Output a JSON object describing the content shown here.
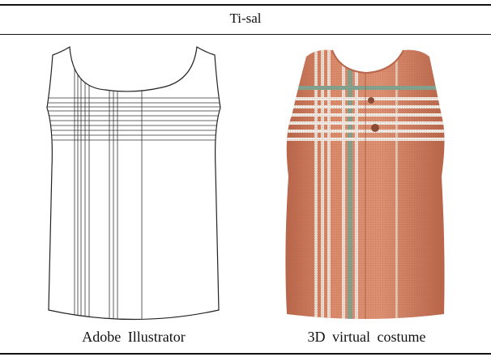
{
  "table": {
    "header": "Ti-sal",
    "captions": {
      "left": "Adobe Illustrator",
      "right": "3D virtual costume"
    }
  },
  "colors": {
    "rule": "#111111",
    "garment_base": "#d98a6a",
    "garment_shadow": "#b8654a",
    "stripe_white": "#eeeae3",
    "stripe_green": "#7fa38f",
    "button": "#8a4a35"
  },
  "images": {
    "left": "flat-technical-drawing-sleeveless-blouse",
    "right": "rendered-3d-sleeveless-blouse-plaid"
  }
}
